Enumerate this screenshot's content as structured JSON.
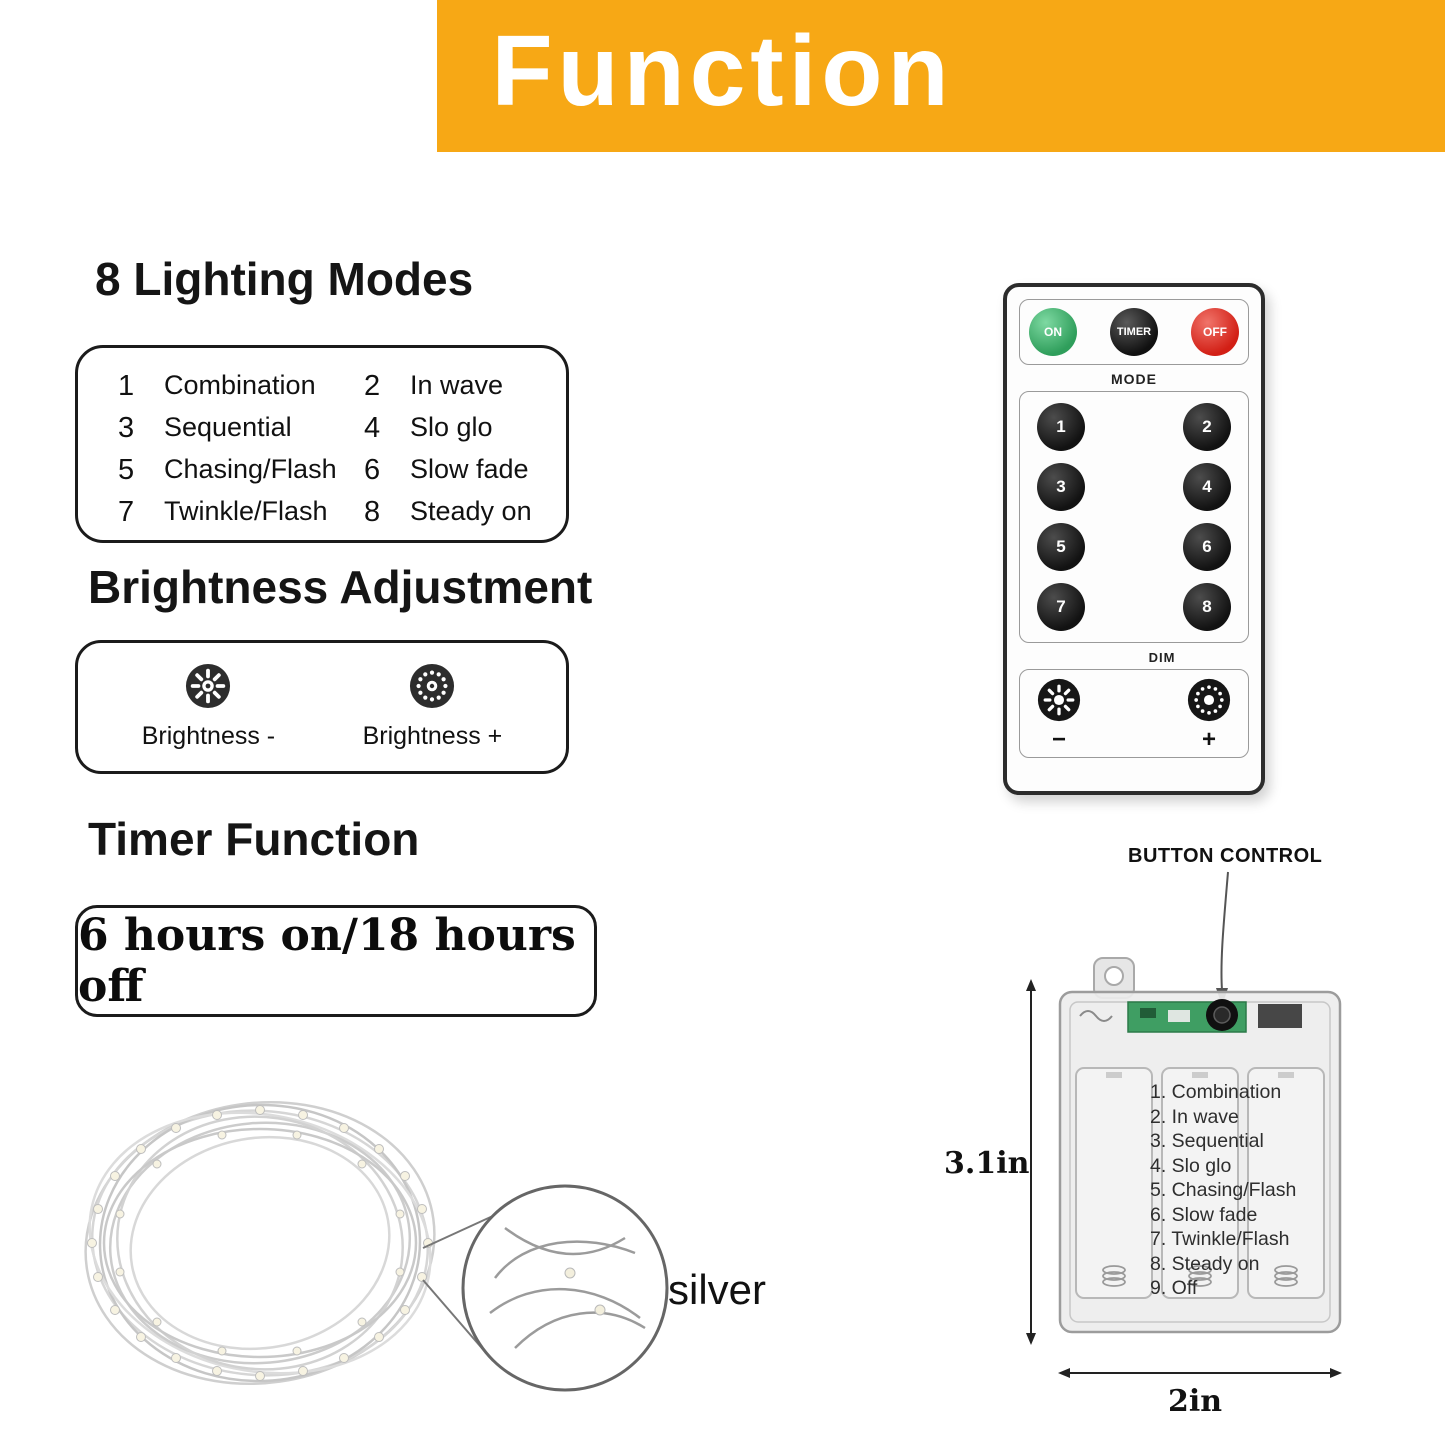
{
  "banner": {
    "title": "Function",
    "bg_color": "#F7A815",
    "text_color": "#FFFFFF"
  },
  "sections": {
    "modes": {
      "heading": "8 Lighting Modes",
      "items": [
        {
          "num": "1",
          "label": "Combination"
        },
        {
          "num": "2",
          "label": "In wave"
        },
        {
          "num": "3",
          "label": "Sequential"
        },
        {
          "num": "4",
          "label": "Slo glo"
        },
        {
          "num": "5",
          "label": "Chasing/Flash"
        },
        {
          "num": "6",
          "label": "Slow fade"
        },
        {
          "num": "7",
          "label": "Twinkle/Flash"
        },
        {
          "num": "8",
          "label": "Steady on"
        }
      ]
    },
    "brightness": {
      "heading": "Brightness Adjustment",
      "minus_label": "Brightness -",
      "plus_label": "Brightness +"
    },
    "timer": {
      "heading": "Timer Function",
      "value": "6 hours on/18 hours off"
    }
  },
  "remote": {
    "on_label": "ON",
    "timer_label": "TIMER",
    "off_label": "OFF",
    "mode_label": "MODE",
    "dim_label": "DIM",
    "buttons": [
      "1",
      "2",
      "3",
      "4",
      "5",
      "6",
      "7",
      "8"
    ],
    "dim_minus": "−",
    "dim_plus": "+",
    "on_color": "#2F9E5B",
    "off_color": "#D21F15"
  },
  "battery": {
    "label": "BUTTON CONTROL",
    "modes": [
      "1. Combination",
      "2. In wave",
      "3. Sequential",
      "4. Slo glo",
      "5. Chasing/Flash",
      "6. Slow fade",
      "7. Twinkle/Flash",
      "8. Steady on",
      "9. Off"
    ],
    "height_dim": "3.1in",
    "width_dim": "2in"
  },
  "coil": {
    "label": "silver"
  }
}
